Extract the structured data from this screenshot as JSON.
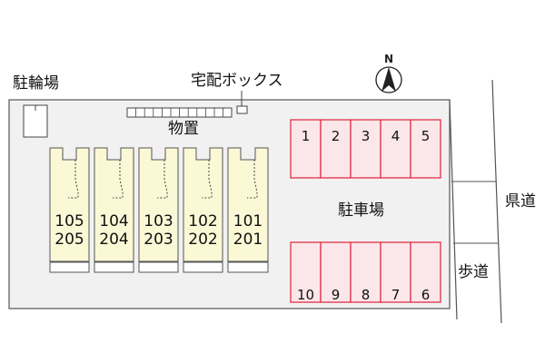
{
  "colors": {
    "lot_fill": "#f1f1f1",
    "building_fill": "#fbf8d6",
    "parking_stroke": "#e0223a",
    "parking_fill": "#fbe6ea",
    "line": "#555555"
  },
  "labels": {
    "bicycle_parking": "駐輪場",
    "delivery_box": "宅配ボックス",
    "storage": "物置",
    "parking_lot": "駐車場",
    "prefectural_road": "県道",
    "sidewalk": "歩道",
    "north": "N"
  },
  "units": [
    {
      "upper": "105",
      "lower": "205"
    },
    {
      "upper": "104",
      "lower": "204"
    },
    {
      "upper": "103",
      "lower": "203"
    },
    {
      "upper": "102",
      "lower": "202"
    },
    {
      "upper": "101",
      "lower": "201"
    }
  ],
  "parking_top": [
    "1",
    "2",
    "3",
    "4",
    "5"
  ],
  "parking_bottom": [
    "10",
    "9",
    "8",
    "7",
    "6"
  ]
}
